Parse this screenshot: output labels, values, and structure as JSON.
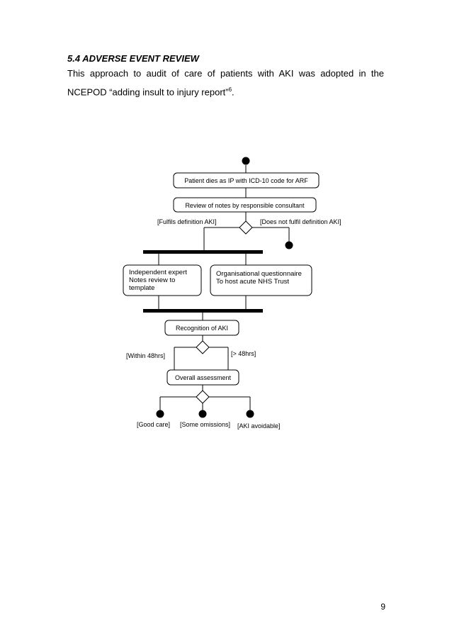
{
  "section": {
    "heading": "5.4  ADVERSE EVENT REVIEW",
    "line1": "This approach to audit of care of patients with AKI was adopted in the",
    "line2_text": "NCEPOD “adding insult to injury report”",
    "line2_sup": "6",
    "line2_end": "."
  },
  "diagram": {
    "box_patient_dies": "Patient dies as IP with ICD-10 code for ARF",
    "box_review_notes": "Review of notes by responsible consultant",
    "guard_fulfils": "[Fulfils definition AKI]",
    "guard_not_fulfil": "[Does not fulfil definition AKI]",
    "box_independent": [
      "Independent expert",
      "Notes review to",
      "template"
    ],
    "box_organisational": [
      "Organisational questionnaire",
      "To host acute NHS Trust"
    ],
    "box_recognition": "Recognition of AKI",
    "guard_within": "[Within 48hrs]",
    "guard_over": "[> 48hrs]",
    "box_overall": "Overall assessment",
    "outcome_good": "[Good care]",
    "outcome_omissions": "[Some omissions]",
    "outcome_avoidable": "[AKI avoidable]"
  },
  "page_number": "9"
}
